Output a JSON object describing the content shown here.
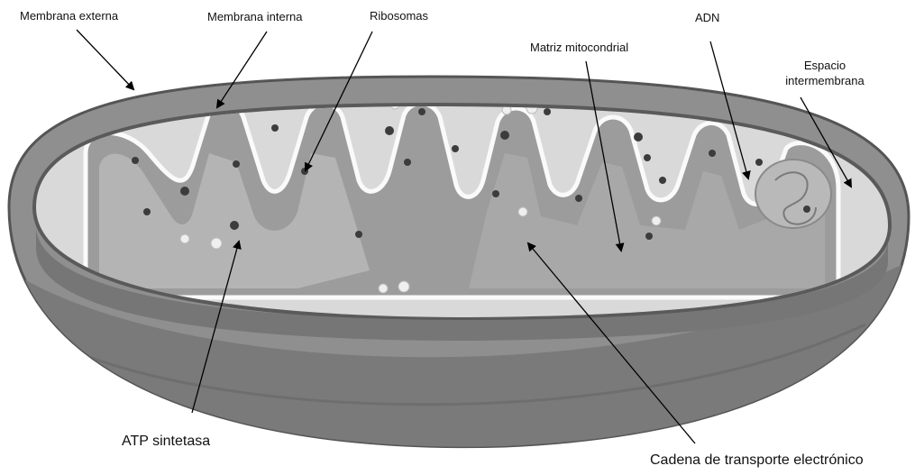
{
  "labels": {
    "outer_membrane": "Membrana externa",
    "inner_membrane": "Membrana interna",
    "ribosomes": "Ribosomas",
    "matrix": "Matriz mitocondrial",
    "dna": "ADN",
    "intermembrane_line1": "Espacio",
    "intermembrane_line2": "intermembrana",
    "atp_synthase": "ATP sintetasa",
    "electron_transport_chain": "Cadena de transporte electrónico"
  }
}
